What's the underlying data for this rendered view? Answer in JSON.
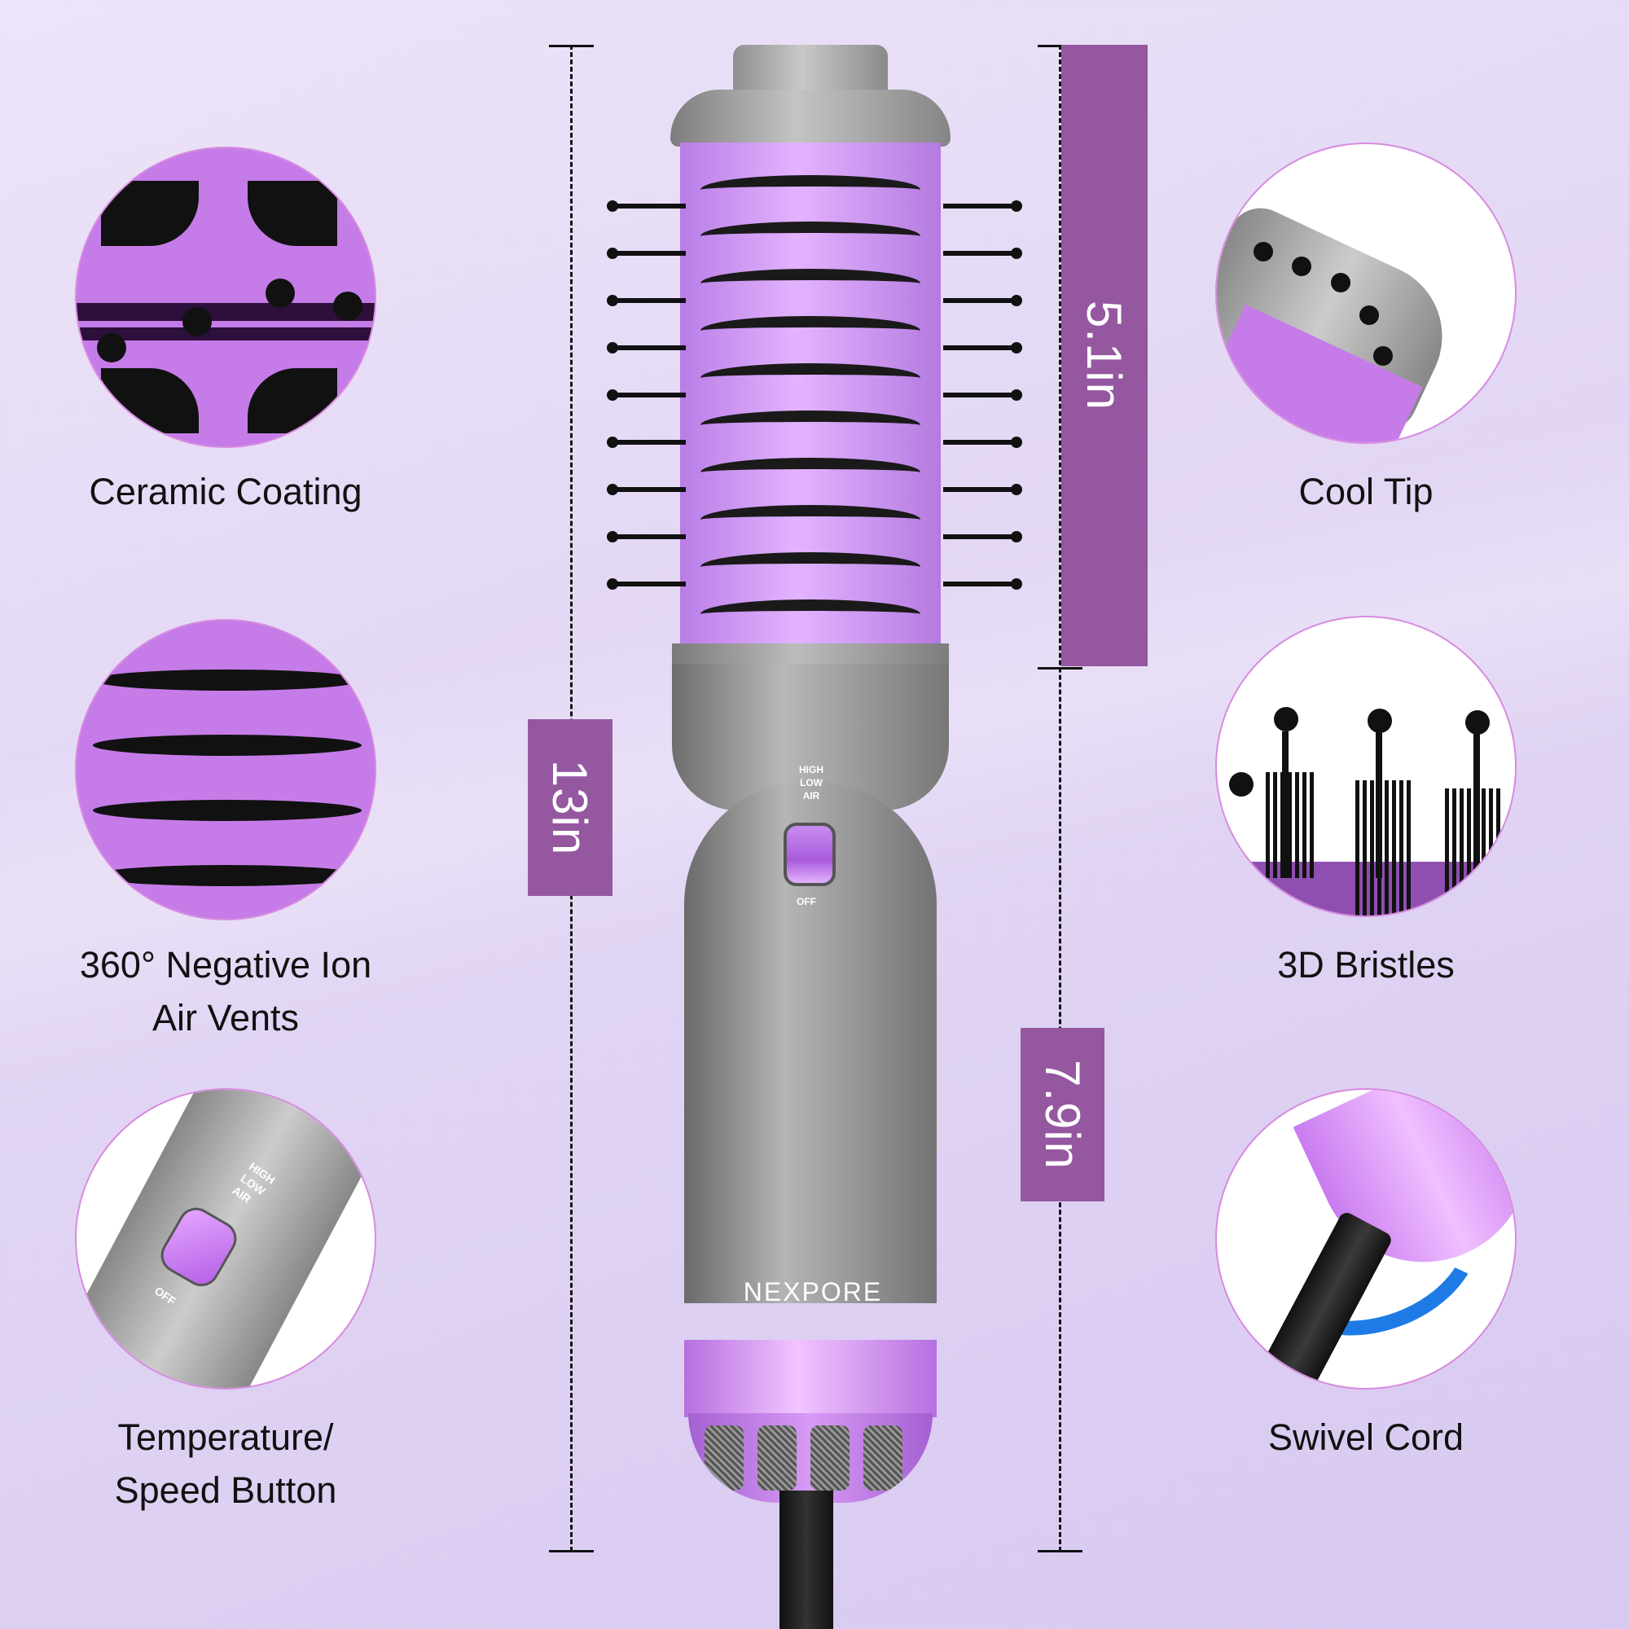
{
  "product": {
    "brand": "NEXPORE",
    "switch_labels": [
      "HIGH",
      "LOW",
      "AIR"
    ],
    "switch_off_label": "OFF"
  },
  "dimensions": {
    "total_length": "13in",
    "brush_length": "5.1in",
    "handle_length": "7.9in"
  },
  "features_left": [
    {
      "label": "Ceramic Coating",
      "icon": "ceramic-barrel-closeup"
    },
    {
      "label_line1": "360°   Negative Ion",
      "label_line2": "Air Vents",
      "icon": "air-vents-closeup"
    },
    {
      "label_line1": "Temperature/",
      "label_line2": "Speed Button",
      "icon": "switch-closeup",
      "switch_labels": [
        "HIGH",
        "LOW",
        "AIR"
      ],
      "switch_off_label": "OFF"
    }
  ],
  "features_right": [
    {
      "label": "Cool Tip",
      "icon": "cool-tip-closeup"
    },
    {
      "label": "3D Bristles",
      "icon": "bristles-closeup"
    },
    {
      "label": "Swivel Cord",
      "icon": "swivel-cord-closeup"
    }
  ],
  "colors": {
    "background": "#e4daf5",
    "accent_purple": "#9557a0",
    "barrel_purple": "#c57ce8",
    "swivel_arrow_blue": "#1e7be6",
    "body_gray": "#9a9a9a"
  }
}
